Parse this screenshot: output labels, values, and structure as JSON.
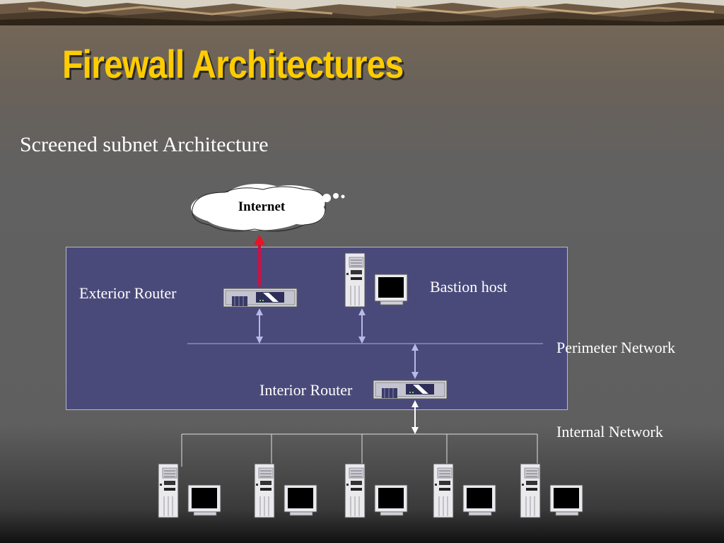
{
  "title": "Firewall Architectures",
  "subtitle": "Screened subnet Architecture",
  "diagram": {
    "internet": "Internet",
    "exterior_router": "Exterior Router",
    "bastion_host": "Bastion host",
    "perimeter_network": "Perimeter Network",
    "interior_router": "Interior Router",
    "internal_network": "Internal Network"
  },
  "colors": {
    "title": "#ffcc00",
    "perimeter_fill": "#4a4a7a",
    "internet_link": "#cc1144",
    "link": "#b9b9e6"
  },
  "icons": [
    "cloud-icon",
    "router-icon",
    "server-tower-icon",
    "monitor-icon"
  ]
}
